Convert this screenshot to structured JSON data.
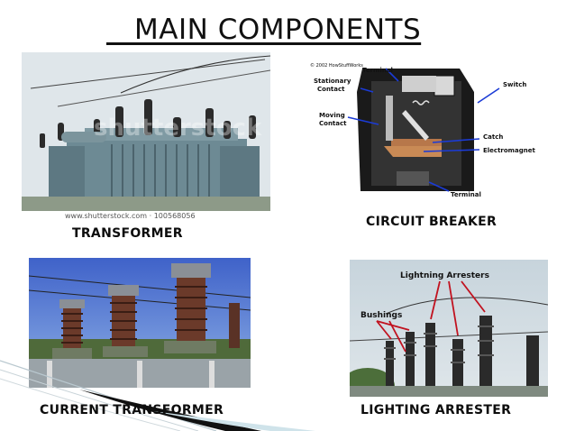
{
  "slide": {
    "title": "   MAIN COMPONENTS",
    "captions": {
      "transformer": "TRANSFORMER",
      "circuit_breaker": "CIRCUIT BREAKER",
      "current_transformer": "CURRENT TRANSFORMER",
      "lighting_arrester": "LIGHTING ARRESTER"
    }
  },
  "transformer_photo": {
    "watermark_url": "www.shutterstock.com · 100568056",
    "watermark_brand": "shutterstock"
  },
  "breaker_diagram": {
    "copyright": "© 2002 HowStuffWorks",
    "labels": {
      "terminal_top": "Terminal",
      "stationary_contact_1": "Stationary",
      "stationary_contact_2": "Contact",
      "switch": "Switch",
      "moving_contact_1": "Moving",
      "moving_contact_2": "Contact",
      "catch": "Catch",
      "electromagnet": "Electromagnet",
      "terminal_bottom": "Terminal"
    }
  },
  "arrester_photo": {
    "labels": {
      "lightning_arresters": "Lightning Arresters",
      "bushings": "Bushings"
    }
  }
}
